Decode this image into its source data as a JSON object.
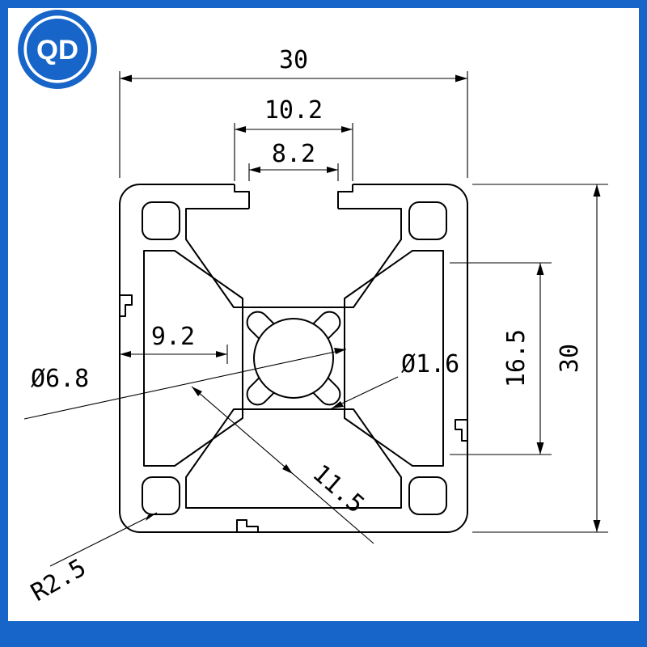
{
  "colors": {
    "accent": "#1765c8",
    "line": "#000000",
    "background": "#ffffff"
  },
  "logo": {
    "text": "QD"
  },
  "drawing": {
    "dims": {
      "overall_width": "30",
      "slot_counterbore_width": "10.2",
      "slot_opening_width": "8.2",
      "center_offset": "9.2",
      "center_bore_dia": "Ø6.8",
      "pilot_hole_dia": "Ø1.6",
      "inner_span": "16.5",
      "overall_height": "30",
      "cross_slot_span": "11.5",
      "corner_radius": "R2.5"
    }
  }
}
